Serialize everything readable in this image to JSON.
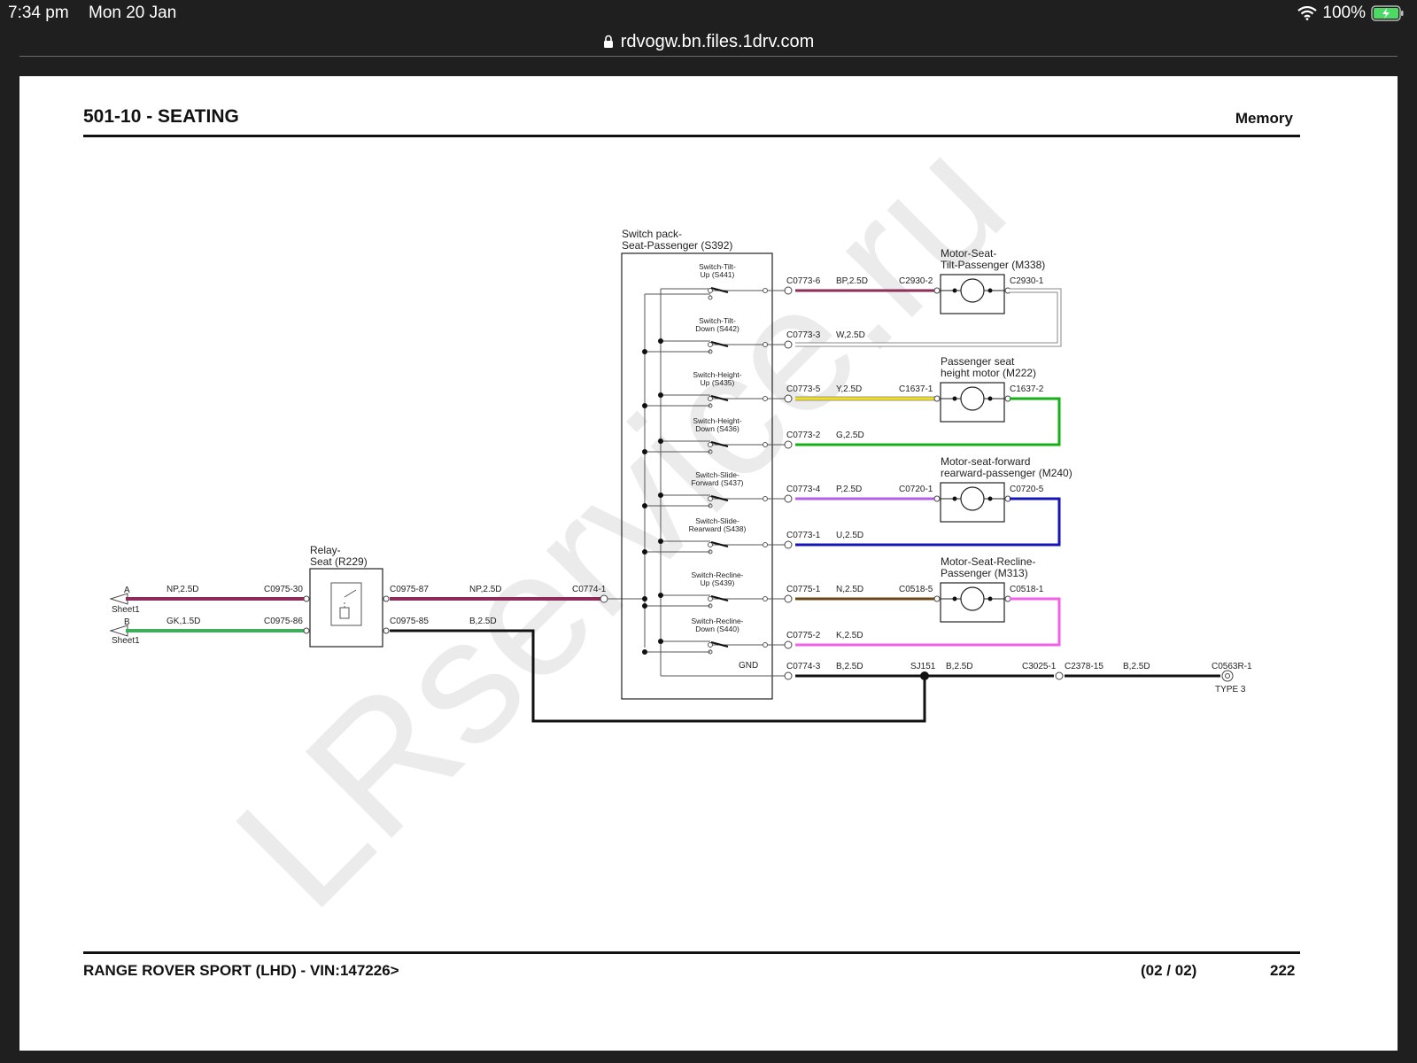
{
  "status": {
    "time": "7:34 pm",
    "date": "Mon 20 Jan",
    "battery": "100%",
    "wifi_icon": "wifi-icon",
    "battery_icon": "battery-charging-icon"
  },
  "browser": {
    "url": "rdvogw.bn.files.1drv.com",
    "lock_icon": "lock-icon"
  },
  "doc": {
    "section_title": "501-10 - SEATING",
    "section_right": "Memory",
    "footer_left": "RANGE ROVER SPORT  (LHD) - VIN:147226>",
    "footer_pages": "(02 / 02)",
    "footer_number": "222",
    "watermark": "LRservice.ru"
  },
  "diagram": {
    "inputs": [
      {
        "pin": "A",
        "sheet": "Sheet1",
        "wire": "NP,2.5D",
        "conn": "C0975-30"
      },
      {
        "pin": "B",
        "sheet": "Sheet1",
        "wire": "GK,1.5D",
        "conn": "C0975-86"
      }
    ],
    "relay": {
      "name1": "Relay-",
      "name2": "Seat (R229)",
      "out1_conn": "C0975-87",
      "out1_wire": "NP,2.5D",
      "out2_conn": "C0975-85",
      "out2_wire": "B,2.5D"
    },
    "switch_pack": {
      "name1": "Switch pack-",
      "name2": "Seat-Passenger (S392)",
      "in_conn": "C0774-1",
      "gnd": "GND"
    },
    "switches": [
      {
        "l1": "Switch-Tilt-",
        "l2": "Up (S441)"
      },
      {
        "l1": "Switch-Tilt-",
        "l2": "Down (S442)"
      },
      {
        "l1": "Switch-Height-",
        "l2": "Up (S435)"
      },
      {
        "l1": "Switch-Height-",
        "l2": "Down (S436)"
      },
      {
        "l1": "Switch-Slide-",
        "l2": "Forward (S437)"
      },
      {
        "l1": "Switch-Slide-",
        "l2": "Rearward (S438)"
      },
      {
        "l1": "Switch-Recline-",
        "l2": "Up (S439)"
      },
      {
        "l1": "Switch-Recline-",
        "l2": "Down (S440)"
      }
    ],
    "outputs": [
      {
        "conn": "C0773-6",
        "wire": "BP,2.5D",
        "far": "C2930-2",
        "color": "#8b2c5a"
      },
      {
        "conn": "C0773-3",
        "wire": "W,2.5D",
        "far": "",
        "color": "#dddddd"
      },
      {
        "conn": "C0773-5",
        "wire": "Y,2.5D",
        "far": "C1637-1",
        "color": "#f2e012"
      },
      {
        "conn": "C0773-2",
        "wire": "G,2.5D",
        "far": "",
        "color": "#16b016"
      },
      {
        "conn": "C0773-4",
        "wire": "P,2.5D",
        "far": "C0720-1",
        "color": "#b65ee8"
      },
      {
        "conn": "C0773-1",
        "wire": "U,2.5D",
        "far": "",
        "color": "#1515b8"
      },
      {
        "conn": "C0775-1",
        "wire": "N,2.5D",
        "far": "C0518-5",
        "color": "#6b4517"
      },
      {
        "conn": "C0775-2",
        "wire": "K,2.5D",
        "far": "",
        "color": "#f060e8"
      }
    ],
    "motors": [
      {
        "l1": "Motor-Seat-",
        "l2": "Tilt-Passenger (M338)",
        "right_conn": "C2930-1"
      },
      {
        "l1": "Passenger seat",
        "l2": "height motor (M222)",
        "right_conn": "C1637-2"
      },
      {
        "l1": "Motor-seat-forward",
        "l2": "rearward-passenger (M240)",
        "right_conn": "C0720-5"
      },
      {
        "l1": "Motor-Seat-Recline-",
        "l2": "Passenger (M313)",
        "right_conn": "C0518-1"
      }
    ],
    "ground": {
      "conn": "C0774-3",
      "wire1": "B,2.5D",
      "splice": "SJ151",
      "wire2": "B,2.5D",
      "c1": "C3025-1",
      "c2": "C2378-15",
      "wire3": "B,2.5D",
      "end": "C0563R-1",
      "type": "TYPE 3"
    }
  }
}
